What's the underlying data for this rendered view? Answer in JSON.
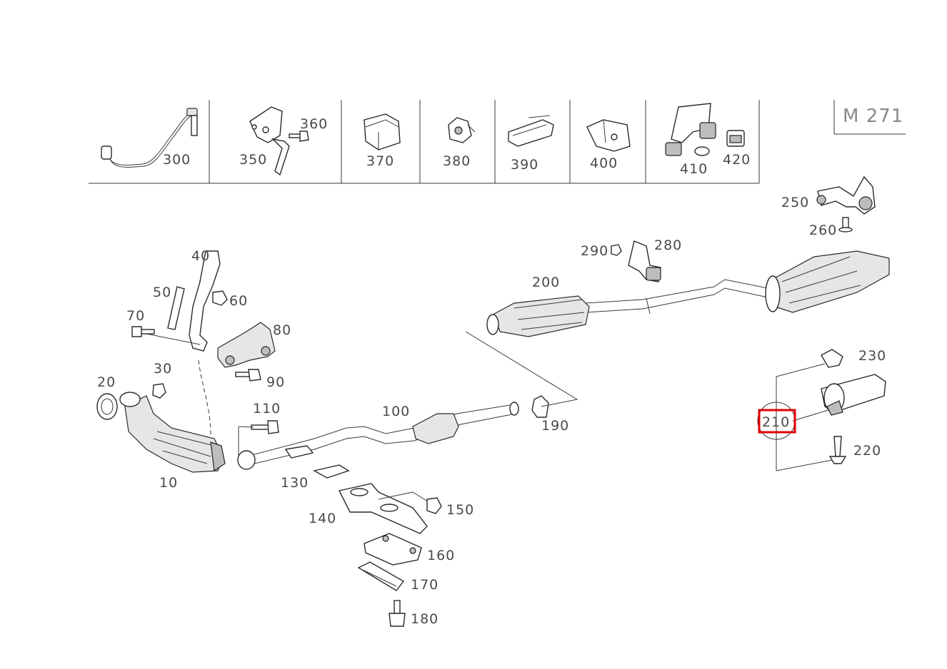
{
  "engine_code": "M 271",
  "highlight_color": "#e00000",
  "highlighted_part": "210",
  "header_parts": [
    {
      "id": "p300",
      "label": "300"
    },
    {
      "id": "p350",
      "label": "350"
    },
    {
      "id": "p360",
      "label": "360"
    },
    {
      "id": "p370",
      "label": "370"
    },
    {
      "id": "p380",
      "label": "380"
    },
    {
      "id": "p390",
      "label": "390"
    },
    {
      "id": "p400",
      "label": "400"
    },
    {
      "id": "p410",
      "label": "410"
    },
    {
      "id": "p420",
      "label": "420"
    }
  ],
  "parts": {
    "p10": "10",
    "p20": "20",
    "p30": "30",
    "p40": "40",
    "p50": "50",
    "p60": "60",
    "p70": "70",
    "p80": "80",
    "p90": "90",
    "p100": "100",
    "p110": "110",
    "p130": "130",
    "p140": "140",
    "p150": "150",
    "p160": "160",
    "p170": "170",
    "p180": "180",
    "p190": "190",
    "p200": "200",
    "p210": "210",
    "p220": "220",
    "p230": "230",
    "p250": "250",
    "p260": "260",
    "p280": "280",
    "p290": "290"
  }
}
